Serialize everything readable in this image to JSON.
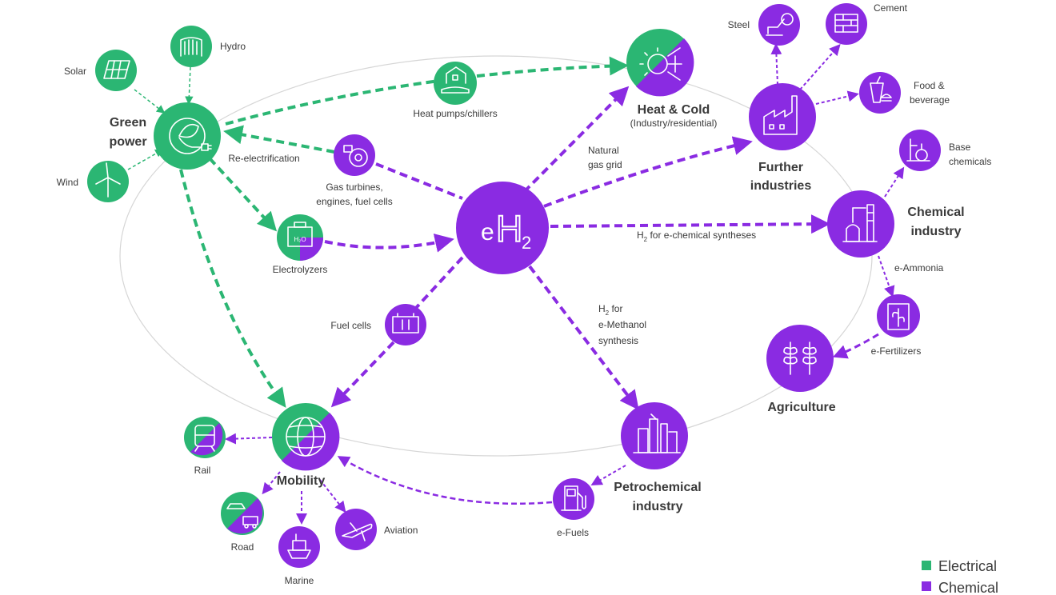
{
  "colors": {
    "electrical": "#2bb673",
    "chemical": "#8a2be2",
    "ring": "#d0d0d0",
    "text": "#3a3a3a"
  },
  "hub": {
    "prefix": "e",
    "letter": "H",
    "sub": "2"
  },
  "nodes": {
    "green_power": {
      "line1": "Green",
      "line2": "power"
    },
    "hydro": "Hydro",
    "solar": "Solar",
    "wind": "Wind",
    "heat_pumps": "Heat pumps/chillers",
    "heat_cold": {
      "title": "Heat & Cold",
      "sub": "(Industry/residential)"
    },
    "steel": "Steel",
    "cement": "Cement",
    "food": {
      "line1": "Food &",
      "line2": "beverage"
    },
    "further": {
      "line1": "Further",
      "line2": "industries"
    },
    "base_chem": {
      "line1": "Base",
      "line2": "chemicals"
    },
    "chemical_industry": {
      "line1": "Chemical",
      "line2": "industry"
    },
    "e_ammonia": "e-Ammonia",
    "e_fertilizers": "e-Fertilizers",
    "agriculture": "Agriculture",
    "gas_turbines": {
      "line1": "Gas turbines,",
      "line2": "engines, fuel cells"
    },
    "electrolyzers": "Electrolyzers",
    "fuel_cells": "Fuel cells",
    "mobility": "Mobility",
    "rail": "Rail",
    "road": "Road",
    "marine": "Marine",
    "aviation": "Aviation",
    "petrochemical": {
      "line1": "Petrochemical",
      "line2": "industry"
    },
    "e_fuels": "e-Fuels"
  },
  "edge_labels": {
    "re_electrification": "Re-electrification",
    "natural_gas": {
      "line1": "Natural",
      "line2": "gas grid"
    },
    "h2_chem": {
      "h": "H",
      "sub": "2",
      "rest": " for e-chemical syntheses"
    },
    "h2_methanol": {
      "h": "H",
      "sub": "2",
      "rest": " for",
      "line2": "e-Methanol",
      "line3": "synthesis"
    }
  },
  "legend": {
    "electrical": "Electrical",
    "chemical": "Chemical"
  }
}
